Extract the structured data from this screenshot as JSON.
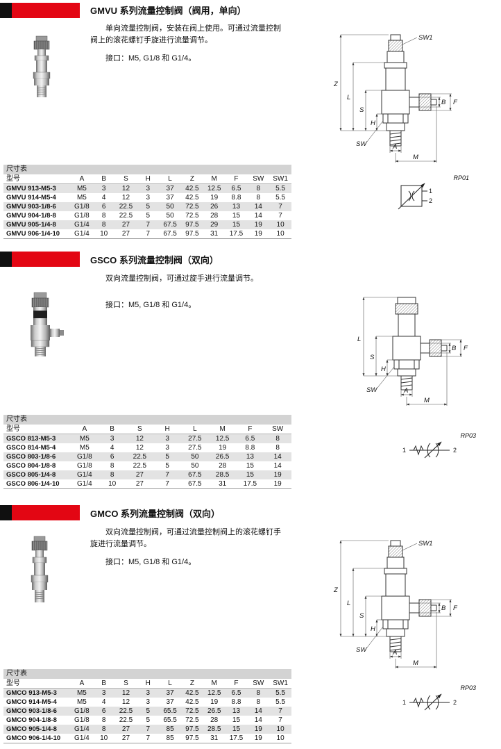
{
  "accent_red": "#e30613",
  "sections": [
    {
      "series": "GMVU",
      "title": "GMVU 系列流量控制阀（阀用，单向）",
      "desc": "单向流量控制阀，安装在阀上使用。可通过流量控制阀上的滚花螺钉手旋进行流量调节。",
      "ports": "接口：M5, G1/8 和 G1/4。",
      "symbol_code": "RP01",
      "symbol_ports": {
        "p1": "1",
        "p2": "2"
      },
      "dim_labels": {
        "sw1": "SW1",
        "z": "Z",
        "l": "L",
        "s": "S",
        "h": "H",
        "b": "B",
        "f": "F",
        "a": "A",
        "sw": "SW",
        "m": "M"
      },
      "table": {
        "title": "尺寸表",
        "columns": [
          "型号",
          "A",
          "B",
          "S",
          "H",
          "L",
          "Z",
          "M",
          "F",
          "SW",
          "SW1"
        ],
        "rows": [
          [
            "GMVU 913-M5-3",
            "M5",
            "3",
            "12",
            "3",
            "37",
            "42.5",
            "12.5",
            "6.5",
            "8",
            "5.5"
          ],
          [
            "GMVU 914-M5-4",
            "M5",
            "4",
            "12",
            "3",
            "37",
            "42.5",
            "19",
            "8.8",
            "8",
            "5.5"
          ],
          [
            "GMVU 903-1/8-6",
            "G1/8",
            "6",
            "22.5",
            "5",
            "50",
            "72.5",
            "26",
            "13",
            "14",
            "7"
          ],
          [
            "GMVU 904-1/8-8",
            "G1/8",
            "8",
            "22.5",
            "5",
            "50",
            "72.5",
            "28",
            "15",
            "14",
            "7"
          ],
          [
            "GMVU 905-1/4-8",
            "G1/4",
            "8",
            "27",
            "7",
            "67.5",
            "97.5",
            "29",
            "15",
            "19",
            "10"
          ],
          [
            "GMVU 906-1/4-10",
            "G1/4",
            "10",
            "27",
            "7",
            "67.5",
            "97.5",
            "31",
            "17.5",
            "19",
            "10"
          ]
        ]
      }
    },
    {
      "series": "GSCO",
      "title": "GSCO 系列流量控制阀（双向）",
      "desc": "双向流量控制阀，可通过旋手进行流量调节。",
      "ports": "接口：M5, G1/8 和 G1/4。",
      "symbol_code": "RP03",
      "symbol_ports": {
        "p1": "1",
        "p2": "2"
      },
      "dim_labels": {
        "l": "L",
        "s": "S",
        "h": "H",
        "b": "B",
        "f": "F",
        "a": "A",
        "sw": "SW",
        "m": "M"
      },
      "table": {
        "title": "尺寸表",
        "columns": [
          "型号",
          "A",
          "B",
          "S",
          "H",
          "L",
          "M",
          "F",
          "SW"
        ],
        "rows": [
          [
            "GSCO 813-M5-3",
            "M5",
            "3",
            "12",
            "3",
            "27.5",
            "12.5",
            "6.5",
            "8"
          ],
          [
            "GSCO 814-M5-4",
            "M5",
            "4",
            "12",
            "3",
            "27.5",
            "19",
            "8.8",
            "8"
          ],
          [
            "GSCO 803-1/8-6",
            "G1/8",
            "6",
            "22.5",
            "5",
            "50",
            "26.5",
            "13",
            "14"
          ],
          [
            "GSCO 804-1/8-8",
            "G1/8",
            "8",
            "22.5",
            "5",
            "50",
            "28",
            "15",
            "14"
          ],
          [
            "GSCO 805-1/4-8",
            "G1/4",
            "8",
            "27",
            "7",
            "67.5",
            "28.5",
            "15",
            "19"
          ],
          [
            "GSCO 806-1/4-10",
            "G1/4",
            "10",
            "27",
            "7",
            "67.5",
            "31",
            "17.5",
            "19"
          ]
        ]
      }
    },
    {
      "series": "GMCO",
      "title": "GMCO 系列流量控制阀（双向）",
      "desc": "双向流量控制阀，可通过流量控制阀上的滚花螺钉手旋进行流量调节。",
      "ports": "接口：M5, G1/8 和 G1/4。",
      "symbol_code": "RP03",
      "symbol_ports": {
        "p1": "1",
        "p2": "2"
      },
      "dim_labels": {
        "sw1": "SW1",
        "z": "Z",
        "l": "L",
        "s": "S",
        "h": "H",
        "b": "B",
        "f": "F",
        "a": "A",
        "sw": "SW",
        "m": "M"
      },
      "table": {
        "title": "尺寸表",
        "columns": [
          "型号",
          "A",
          "B",
          "S",
          "H",
          "L",
          "Z",
          "M",
          "F",
          "SW",
          "SW1"
        ],
        "rows": [
          [
            "GMCO 913-M5-3",
            "M5",
            "3",
            "12",
            "3",
            "37",
            "42.5",
            "12.5",
            "6.5",
            "8",
            "5.5"
          ],
          [
            "GMCO 914-M5-4",
            "M5",
            "4",
            "12",
            "3",
            "37",
            "42.5",
            "19",
            "8.8",
            "8",
            "5.5"
          ],
          [
            "GMCO 903-1/8-6",
            "G1/8",
            "6",
            "22.5",
            "5",
            "65.5",
            "72.5",
            "26.5",
            "13",
            "14",
            "7"
          ],
          [
            "GMCO 904-1/8-8",
            "G1/8",
            "8",
            "22.5",
            "5",
            "65.5",
            "72.5",
            "28",
            "15",
            "14",
            "7"
          ],
          [
            "GMCO 905-1/4-8",
            "G1/4",
            "8",
            "27",
            "7",
            "85",
            "97.5",
            "28.5",
            "15",
            "19",
            "10"
          ],
          [
            "GMCO 906-1/4-10",
            "G1/4",
            "10",
            "27",
            "7",
            "85",
            "97.5",
            "31",
            "17.5",
            "19",
            "10"
          ]
        ]
      }
    }
  ]
}
